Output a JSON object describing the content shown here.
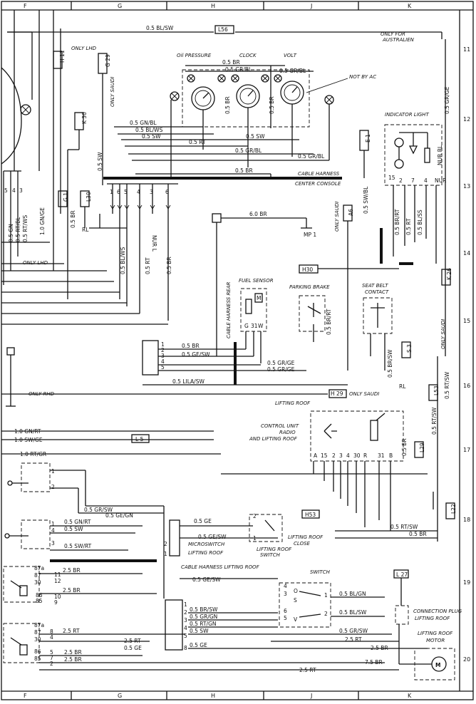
{
  "frame": {
    "top_letters": [
      "F",
      "G",
      "H",
      "J",
      "K"
    ],
    "bottom_letters": [
      "F",
      "G",
      "H",
      "J",
      "K"
    ],
    "row_numbers": [
      "11",
      "12",
      "13",
      "14",
      "15",
      "16",
      "17",
      "18",
      "19",
      "20"
    ]
  },
  "gauges": {
    "oil_pressure": "Oil PRESSURE",
    "clock": "CLOCK",
    "volt": "VOLT",
    "not_by_ac": "NOT BY AC"
  },
  "indicator_light": "INDICATOR LIGHT",
  "labels": {
    "only_lhd": "ONLY LHD",
    "only_for_australien": "ONLY FOR AUSTRALIEN",
    "only_saudi_a": "ONLY SAUDI",
    "cable_harness": "CABLE HARNESS",
    "center_console": "CENTER CONSOLE",
    "fuel_sensor": "FUEL SENSOR",
    "cable_harness_rear": "CABLE HARNESS REAR",
    "parking_brake": "PARKING BRAKE",
    "seat_belt_contact": "SEAT BELT CONTACT",
    "only_rhd": "ONLY RHD",
    "lifting_roof": "LIFTING ROOF",
    "control_unit": "CONTROL UNIT RADIO AND LIFTING ROOF",
    "microswitch": "MICROSWITCH LIFTING ROOF",
    "lifting_roof_close": "LIFTING ROOF CLOSE",
    "lifting_roof_switch": "LIFTING ROOF SWITCH",
    "cable_harness_lifting_roof": "CABLE HARNESS LIFTING ROOF",
    "switch": "SWITCH",
    "connection_plug": "CONNECTION PLUG LIFTING ROOF",
    "lifting_roof_motor": "LIFTING ROOF MOTOR",
    "nur_rl": "NUR RL",
    "nur_l": "NUR L",
    "rl": "RL"
  },
  "boxes": {
    "l56": "L56",
    "h11": "H 11",
    "g29": "G 29",
    "k30": "K 30",
    "g1": "G 1",
    "l30": "L30",
    "e1": "E 1",
    "a6": "A6",
    "h30": "H30",
    "k26": "K 26",
    "s3": "S 3",
    "h29": "H 29",
    "l53": "L53",
    "l5": "L 5",
    "l29": "L29",
    "h53": "H53",
    "l22": "L22",
    "l27": "L 27",
    "mp1": "MP 1"
  },
  "wires": {
    "bl_sw_top": "0.5 BL/SW",
    "br_top": "0.5 BR",
    "gr_bl_top": "0.5 GR/BL",
    "gr_bl_volt": "0.5 GR/BL",
    "gr_ge": "0.5 GR/GE",
    "gn_bl": "0.5 GN/BL",
    "bl_ws": "0.5 BL/WS",
    "sw": "0.5 SW",
    "rt": "0.5 RT",
    "gr_bl_mid": "0.5 GR/BL",
    "br_mid": "0.5 BR",
    "sw_mid": "0.5 SW",
    "sw_left": "0.5 SW",
    "br_meters": "0.5 BR",
    "ge_sw_rt": "0.5 GE/SW",
    "br_rl": "0.5 BR/RT",
    "sw_bl": "0.5 SW/BL",
    "br_rt": "0.5 BR/RT",
    "rt_bl": "0.5 RT",
    "bl_ss": "0.5 BL/SS",
    "gn": "0.5 GN",
    "br_rt_left": "0.5 RT/BL",
    "rt_ws": "0.5 RT/WS",
    "gn_ge": "1.0 GN/GE",
    "br": "0.5 BR",
    "bl_ws_left": "0.5 BL/WS",
    "rt_center": "0.5 RT",
    "br_center": "0.5 BR",
    "br6": "6.0 BR",
    "br_fuel": "0.5 BR",
    "ge_sw_fuel": "0.5 GE/SW",
    "gr_ge_fuel": "0.5 GR/GE",
    "gr_ge_fuel2": "0.5 GR/GE",
    "lila_sw": "0.5 LILA/SW",
    "br_rt_pb": "0.5 BR/RT",
    "br_sw_sb": "0.5 BR/SW",
    "rt_sw_r": "0.5 RT/SW",
    "gn_rt": "1.0 GN/RT",
    "sw_ge": "1.0 SW/GE",
    "rt_gr": "1.0 RT/GR",
    "gr_sw": "0.5 GR/SW",
    "ge_gn": "0.5 GE/GN",
    "gn_rt2": "0.5 GN/RT",
    "sw2": "0.5 SW",
    "sw_wt": "0.5 SW/RT",
    "br_s": "0.5 BR",
    "rt_sw_k": "0.5 RT/SW",
    "br_k": "0.5 BR",
    "ge_ms": "0.5 GE",
    "ge_sw_ms": "0.5 GE/SW",
    "ge_sw_lr": "0.5 GE/SW",
    "br_sw_conn": "0.5 BR/SW",
    "gr_gn_conn": "0.5 GR/GN",
    "rt_gn": "0.5 RT/GN",
    "sw_conn": "0.5 SW",
    "ge_conn": "0.5 GE",
    "bl_gn": "0.5 BL/GN",
    "bl_sw_sw": "0.5 BL/SW",
    "gr_sw_sw": "0.5 GR/SW",
    "rt_sw": "2.5 RT",
    "br_25_a": "2.5 BR",
    "br_25_b": "2.5 BR",
    "br_25_c": "2.5 BR",
    "rt_25_a": "2.5 RT",
    "rt_25_b": "2.5 RT",
    "br_25_d": "2.5 BR",
    "br_25_e": "2.5 BR",
    "ge_25": "0.5 GE",
    "rt_25_c": "2.5 RT",
    "br_75": "7.5 BR",
    "rt_25_d": "2.5 RT",
    "br_25_f": "2.5 BR"
  },
  "control_unit_pins": [
    "A",
    "15",
    "2",
    "3",
    "4",
    "30",
    "R",
    "31",
    "B"
  ],
  "switch_pins": [
    "O",
    "S",
    "V"
  ]
}
